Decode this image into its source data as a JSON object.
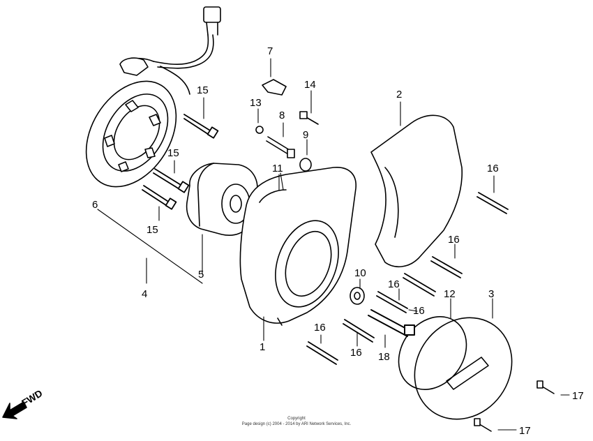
{
  "diagram": {
    "callouts": [
      "1",
      "2",
      "3",
      "4",
      "5",
      "6",
      "7",
      "8",
      "9",
      "10",
      "11",
      "12",
      "13",
      "14",
      "15",
      "16",
      "17",
      "18"
    ],
    "fwd_label": "FWD",
    "copyright_line1": "Copyright",
    "copyright_line2": "Page design (c) 2004 - 2014 by ARI Network Services, Inc."
  }
}
